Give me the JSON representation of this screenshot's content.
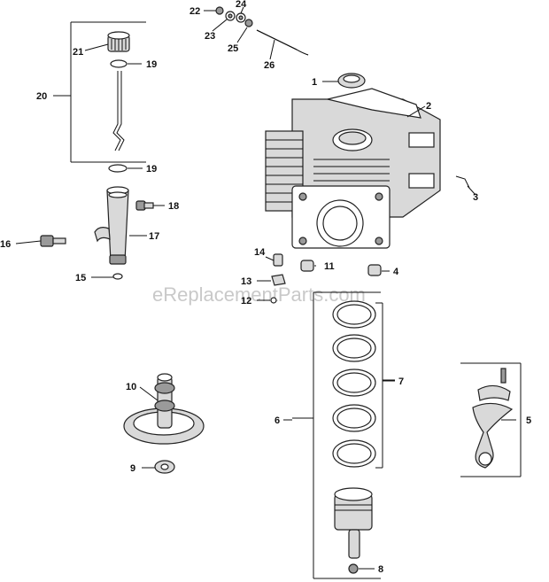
{
  "diagram": {
    "watermark": "eReplacementParts.com",
    "callouts": {
      "c1": "1",
      "c2": "2",
      "c3": "3",
      "c4": "4",
      "c5": "5",
      "c6": "6",
      "c7": "7",
      "c8": "8",
      "c9": "9",
      "c10": "10",
      "c11": "11",
      "c12": "12",
      "c13": "13",
      "c14": "14",
      "c15": "15",
      "c16": "16",
      "c17": "17",
      "c18": "18",
      "c19a": "19",
      "c19b": "19",
      "c20": "20",
      "c21": "21",
      "c22": "22",
      "c23": "23",
      "c24": "24",
      "c25": "25",
      "c26": "26"
    }
  }
}
